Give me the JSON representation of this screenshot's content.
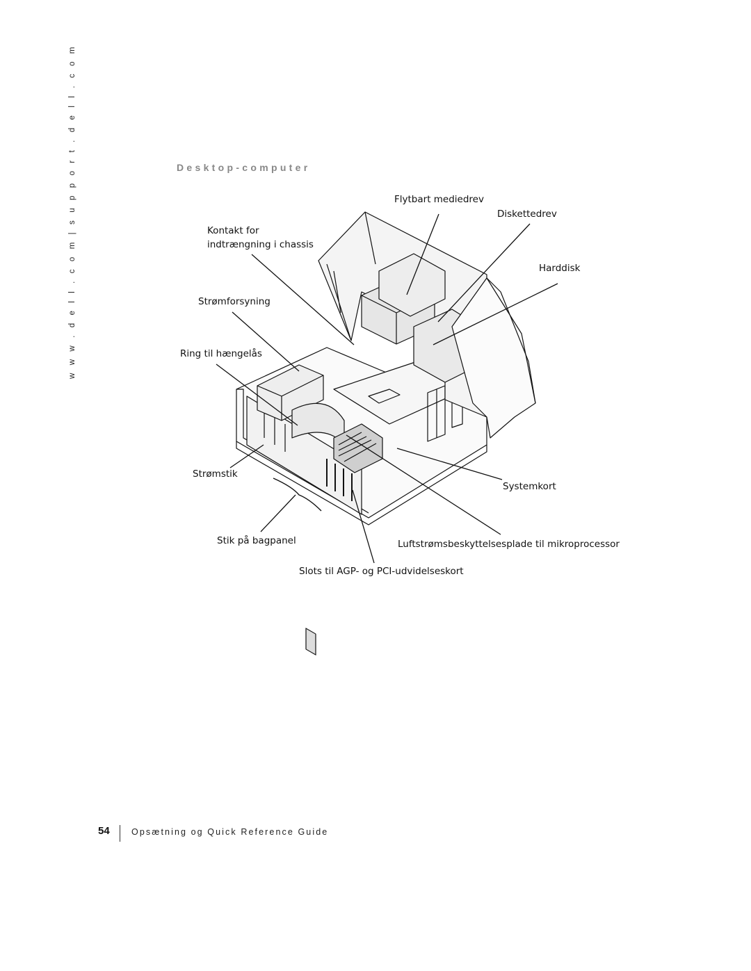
{
  "side_url": "w w w . d e l l . c o m   |   s u p p o r t . d e l l . c o m",
  "section_title": "Desktop-computer",
  "labels": {
    "flytbart": "Flytbart mediedrev",
    "diskettedrev": "Diskettedrev",
    "kontakt_line1": "Kontakt for",
    "kontakt_line2": "indtrængning i chassis",
    "harddisk": "Harddisk",
    "stromforsyning": "Strømforsyning",
    "ring": "Ring til hængelås",
    "stromstik": "Strømstik",
    "systemkort": "Systemkort",
    "stik": "Stik på bagpanel",
    "luft": "Luftstrømsbeskyttelsesplade til mikroprocessor",
    "slots": "Slots til AGP- og PCI-udvidelseskort"
  },
  "footer": {
    "page_number": "54",
    "guide_title": "Opsætning og Quick Reference Guide"
  }
}
